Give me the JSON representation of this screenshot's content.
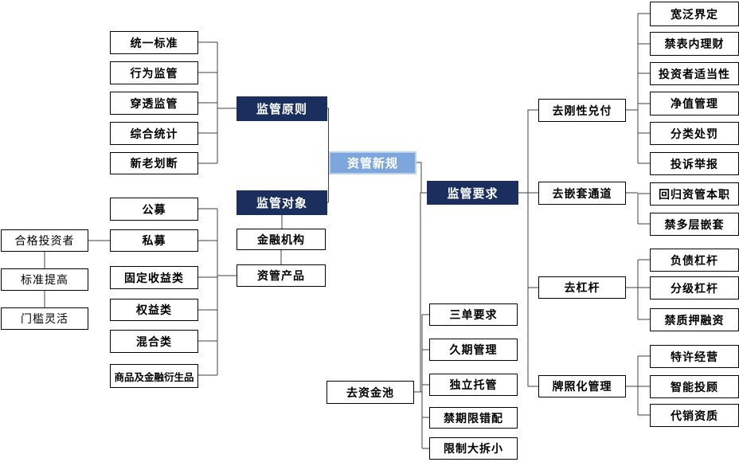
{
  "colors": {
    "root_fill": "#7DA7DC",
    "root_border": "#BCD2EC",
    "branch_fill": "#1A2F5E",
    "node_fill": "#FFFFFF",
    "node_border": "#000000",
    "line": "#404040"
  },
  "root": {
    "label": "资管新规"
  },
  "principles": {
    "label": "监管原则",
    "items": [
      "统一标准",
      "行为监管",
      "穿透监管",
      "综合统计",
      "新老划断"
    ]
  },
  "objects": {
    "label": "监管对象",
    "institution": "金融机构",
    "product": "资管产品",
    "product_types": [
      "公募",
      "私募",
      "固定收益类",
      "权益类",
      "混合类",
      "商品及金融衍生品"
    ],
    "qualified_investor": "合格投资者",
    "investor_rules": [
      "标准提高",
      "门槛灵活"
    ]
  },
  "requirements": {
    "label": "监管要求",
    "rigid_payment": {
      "label": "去刚性兑付",
      "items": [
        "宽泛界定",
        "禁表内理财",
        "投资者适当性",
        "净值管理",
        "分类处罚",
        "投诉举报"
      ]
    },
    "nesting": {
      "label": "去嵌套通道",
      "items": [
        "回归资管本职",
        "禁多层嵌套"
      ]
    },
    "leverage": {
      "label": "去杠杆",
      "items": [
        "负债杠杆",
        "分级杠杆",
        "禁质押融资"
      ]
    },
    "license": {
      "label": "牌照化管理",
      "items": [
        "特许经营",
        "智能投顾",
        "代销资质"
      ]
    },
    "capital_pool": {
      "label": "去资金池",
      "items": [
        "三单要求",
        "久期管理",
        "独立托管",
        "禁期限错配",
        "限制大拆小"
      ]
    }
  }
}
